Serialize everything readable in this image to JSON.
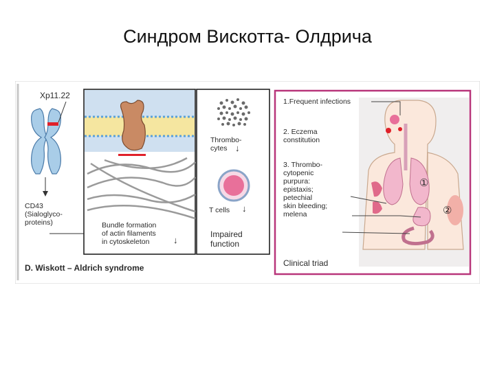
{
  "slide": {
    "title": "Синдром Вискотта- Олдрича"
  },
  "figure": {
    "chromosome_label": "Xp11.22",
    "cd43_label": "CD43\n(Sialoglyco-\nproteins)",
    "actin_label": "Bundle formation\nof actin filaments\nin cytoskeleton",
    "thrombocytes_label": "Thrombo-\ncytes",
    "tcells_label": "T cells",
    "impaired_label": "Impaired\nfunction",
    "caption": "D. Wiskott – Aldrich syndrome",
    "arrow_down": "↓",
    "triad": {
      "item1": "1.Frequent infections",
      "item2": "2. Eczema\n    constitution",
      "item3": "3. Thrombo-\n    cytopenic\n    purpura:\n    epistaxis;\n    petechial\n    skin bleeding;\n    melena",
      "caption": "Clinical triad",
      "marker1": "①",
      "marker2": "②"
    }
  },
  "colors": {
    "frame_left": "#d8d8d8",
    "frame_triad": "#b8357a",
    "protein": "#c98a64",
    "membrane": "#f5e6a0",
    "membrane_dots": "#5aa0d8",
    "chromosome": "#a9cde8",
    "mark_red": "#e0202a",
    "platelet_gray": "#8a8a8a",
    "tcell_pink": "#e8709a",
    "organ_pink": "#f2b7cc",
    "skin": "#fbe8dc"
  }
}
